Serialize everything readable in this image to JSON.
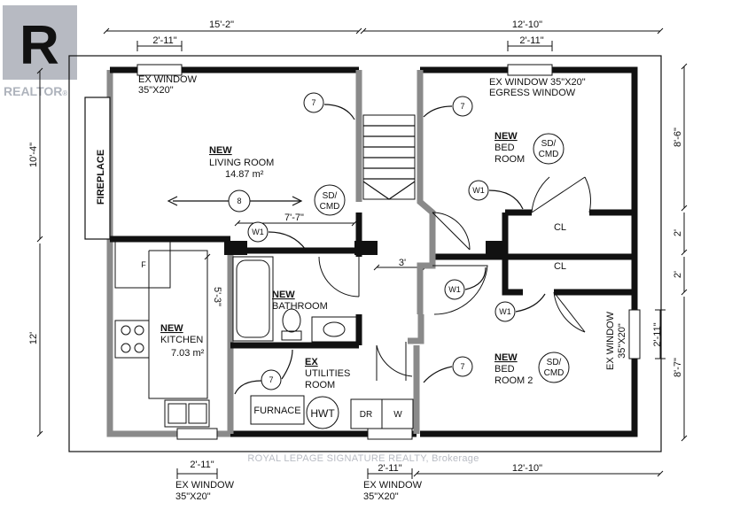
{
  "logo": {
    "text": "REALTOR",
    "mark": "®"
  },
  "watermark": "ROYAL LEPAGE SIGNATURE REALTY, Brokerage",
  "dimensions": {
    "top_left": "15'-2\"",
    "top_right": "12'-10\"",
    "top_left_window": "2'-11\"",
    "top_right_window": "2'-11\"",
    "bottom_left_window": "2'-11\"",
    "bottom_mid_window": "2'-11\"",
    "bottom_right": "12'-10\"",
    "left_upper": "10'-4\"",
    "left_lower": "12'",
    "right_top": "8'-6\"",
    "right_cl1": "2'",
    "right_cl2": "2'",
    "right_window": "2'-11\"",
    "right_bottom": "8'-7\"",
    "hall_7_7": "7'-7\"",
    "hall_3": "3'",
    "kitchen_5_3": "5'-3\""
  },
  "windows": {
    "top_left": {
      "line1": "EX WINDOW",
      "line2": "35\"X20\""
    },
    "top_right": {
      "line1": "EX WINDOW 35\"X20\"",
      "line2": "EGRESS WINDOW"
    },
    "right": {
      "line1": "EX WINDOW",
      "line2": "35\"X20\""
    },
    "bottom_left": {
      "line1": "EX WINDOW",
      "line2": "35\"X20\""
    },
    "bottom_mid": {
      "line1": "EX WINDOW",
      "line2": "35\"X20\""
    }
  },
  "rooms": {
    "living": {
      "tag": "NEW",
      "name": "LIVING ROOM",
      "area": "14.87 m²"
    },
    "bed1": {
      "tag": "NEW",
      "name1": "BED",
      "name2": "ROOM"
    },
    "bed2": {
      "tag": "NEW",
      "name1": "BED",
      "name2": "ROOM 2"
    },
    "bath": {
      "tag": "NEW",
      "name": "BATHROOM"
    },
    "kitchen": {
      "tag": "NEW",
      "name": "KITCHEN",
      "area": "7.03 m²"
    },
    "utilities": {
      "tag": "EX",
      "name1": "UTILITIES",
      "name2": "ROOM"
    },
    "cl1": "CL",
    "cl2": "CL",
    "fireplace": "FIREPLACE"
  },
  "fixtures": {
    "furnace": "FURNACE",
    "hwt": "HWT",
    "dr": "DR",
    "w": "W",
    "fridge": "F",
    "sd_cmd_1": "SD/",
    "sd_cmd_2": "CMD"
  },
  "tags": {
    "t7": "7",
    "t8": "8",
    "w1": "W1"
  }
}
